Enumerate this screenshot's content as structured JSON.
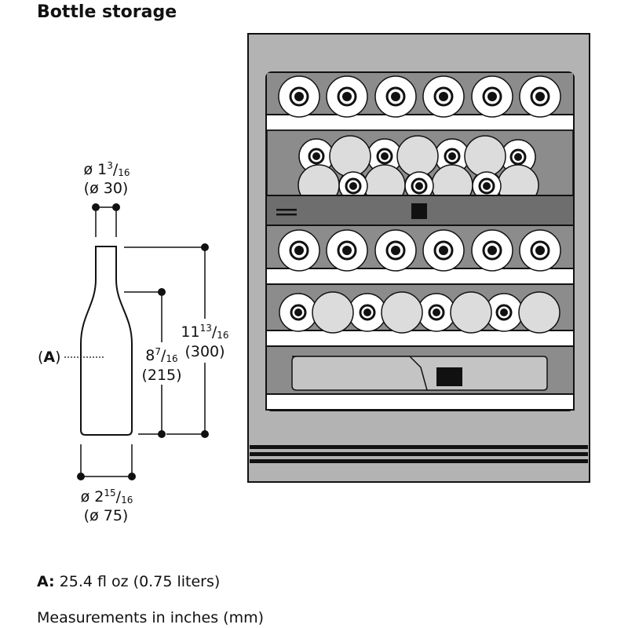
{
  "title": "Bottle storage",
  "neck_diameter": {
    "in_whole": "ø 1",
    "in_num": "3",
    "in_den": "16",
    "mm": "(ø 30)"
  },
  "base_diameter": {
    "in_whole": "ø 2",
    "in_num": "15",
    "in_den": "16",
    "mm": "(ø 75)"
  },
  "shoulder_height": {
    "in_whole": "8",
    "in_num": "7",
    "in_den": "16",
    "mm": "(215)"
  },
  "total_height": {
    "in_whole": "11",
    "in_num": "13",
    "in_den": "16",
    "mm": "(300)"
  },
  "bottle_label": {
    "open": "(",
    "letter": "A",
    "close": ")"
  },
  "footnote_a": {
    "key": "A:",
    "text": " 25.4 fl oz (0.75 liters)"
  },
  "footnote_units": "Measurements in inches (mm)",
  "colors": {
    "ink": "#111111",
    "cabinet": "#b3b3b3",
    "cavity": "#c4c4c4",
    "shelf_recess": "#8c8c8c",
    "control_panel": "#6e6e6e",
    "bottle_fill": "#ffffff",
    "bottle_face": "#dcdcdc"
  },
  "icons": {
    "control_panel_left": "menu-lines-icon",
    "control_panel_center": "power-square-icon"
  }
}
